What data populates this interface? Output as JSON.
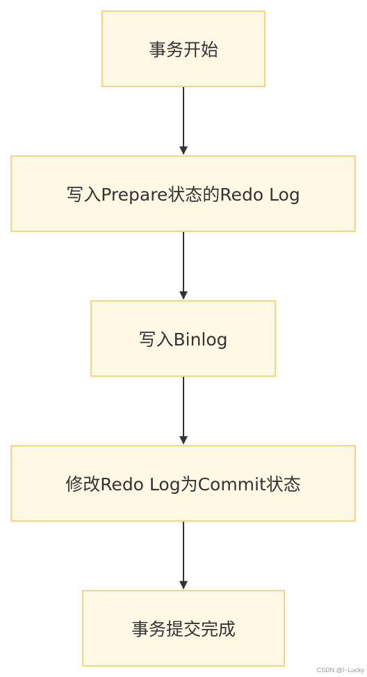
{
  "nodes": [
    {
      "id": "n1",
      "label": "事务开始"
    },
    {
      "id": "n2",
      "label": "写入Prepare状态的Redo Log"
    },
    {
      "id": "n3",
      "label": "写入Binlog"
    },
    {
      "id": "n4",
      "label": "修改Redo Log为Commit状态"
    },
    {
      "id": "n5",
      "label": "事务提交完成"
    }
  ],
  "edges": [
    {
      "from": "n1",
      "to": "n2"
    },
    {
      "from": "n2",
      "to": "n3"
    },
    {
      "from": "n3",
      "to": "n4"
    },
    {
      "from": "n4",
      "to": "n5"
    }
  ],
  "colors": {
    "node_fill": "#fef8e4",
    "node_border": "#f5d67a",
    "edge": "#333333",
    "text": "#333333"
  },
  "watermark": "CSDN @I~Lucky"
}
